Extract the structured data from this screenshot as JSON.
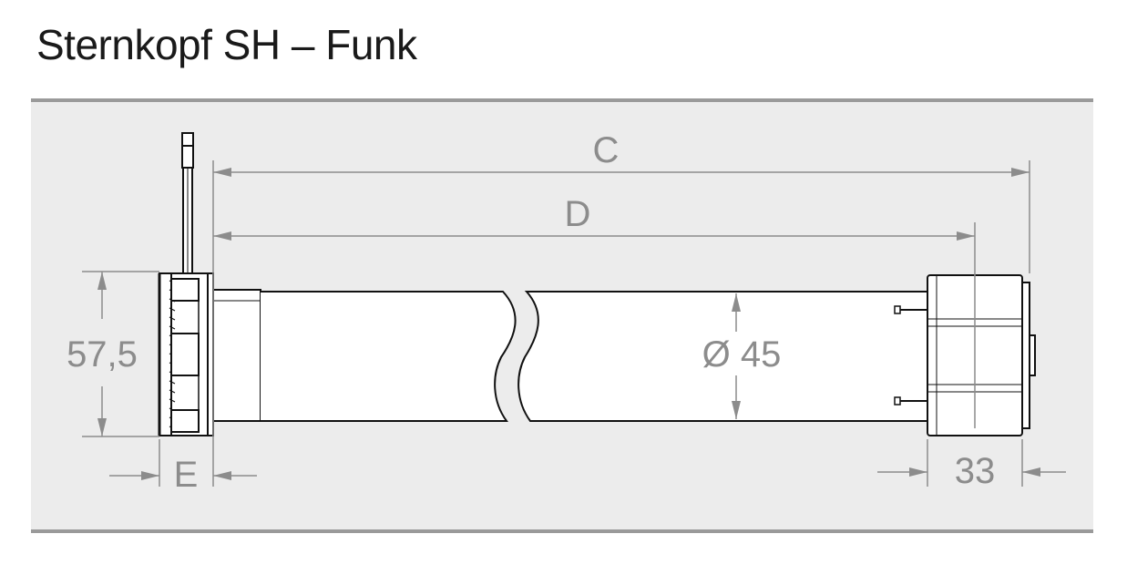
{
  "title": "Sternkopf SH – Funk",
  "dimensions": {
    "c": "C",
    "d": "D",
    "height": "57,5",
    "diameter": "Ø 45",
    "e": "E",
    "end_width": "33"
  }
}
